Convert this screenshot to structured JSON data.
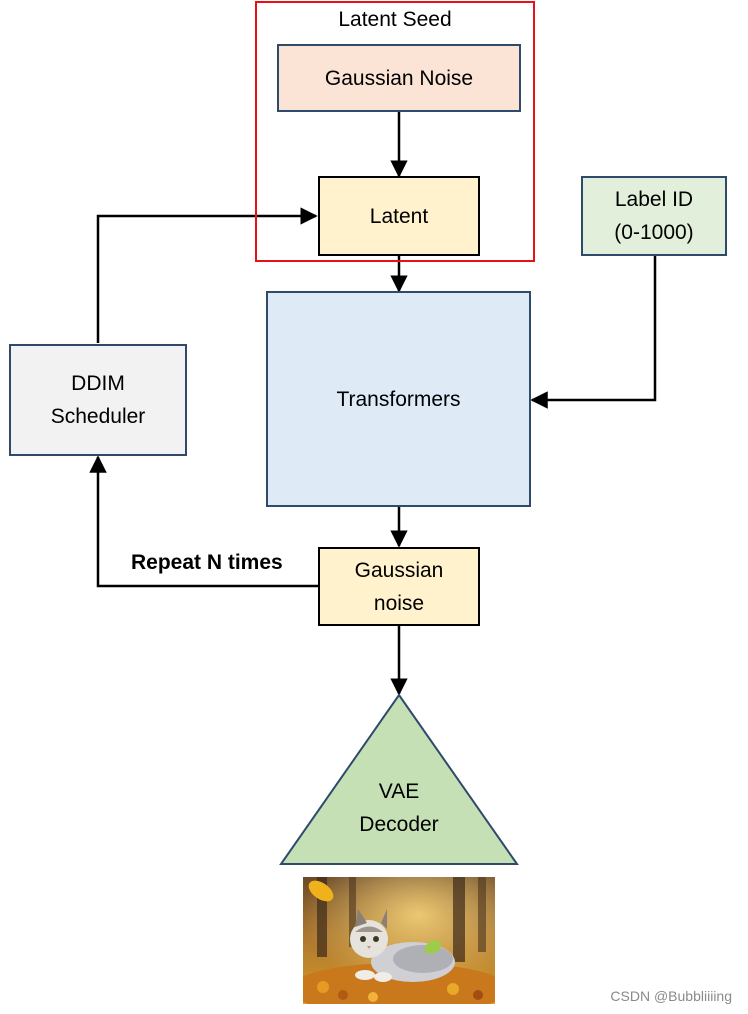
{
  "latent_seed": {
    "label": "Latent Seed",
    "frame_color": "#e8111a"
  },
  "nodes": {
    "gaussian_noise_seed": {
      "label": "Gaussian Noise",
      "fill": "#fbe3d6"
    },
    "latent": {
      "label": "Latent",
      "fill": "#fff2cc"
    },
    "label_id": {
      "label": "Label ID\n(0-1000)",
      "fill": "#e2efda"
    },
    "transformers": {
      "label": "Transformers",
      "fill": "#deebf7"
    },
    "ddim_scheduler": {
      "label": "DDIM\nScheduler",
      "fill": "#f2f2f2"
    },
    "gaussian_noise_out": {
      "label": "Gaussian\nnoise",
      "fill": "#fff2cc"
    },
    "vae_decoder": {
      "label": "VAE\nDecoder",
      "fill": "#c5e0b4"
    }
  },
  "loop_label": "Repeat N times",
  "output_image": {
    "subject": "cat in autumn leaves"
  },
  "watermark": "CSDN @Bubbliiiing"
}
